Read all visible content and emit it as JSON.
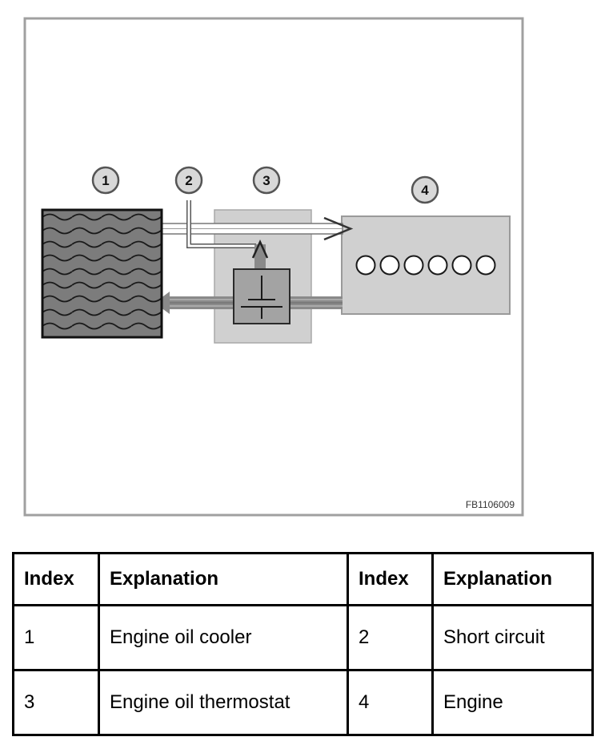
{
  "figure": {
    "markers": [
      "1",
      "2",
      "3",
      "4"
    ],
    "figure_code": "FB1106009"
  },
  "legend_table": {
    "headers": [
      "Index",
      "Explanation",
      "Index",
      "Explanation"
    ],
    "rows": [
      [
        "1",
        "Engine oil cooler",
        "2",
        "Short circuit"
      ],
      [
        "3",
        "Engine oil thermostat",
        "4",
        "Engine"
      ]
    ]
  }
}
